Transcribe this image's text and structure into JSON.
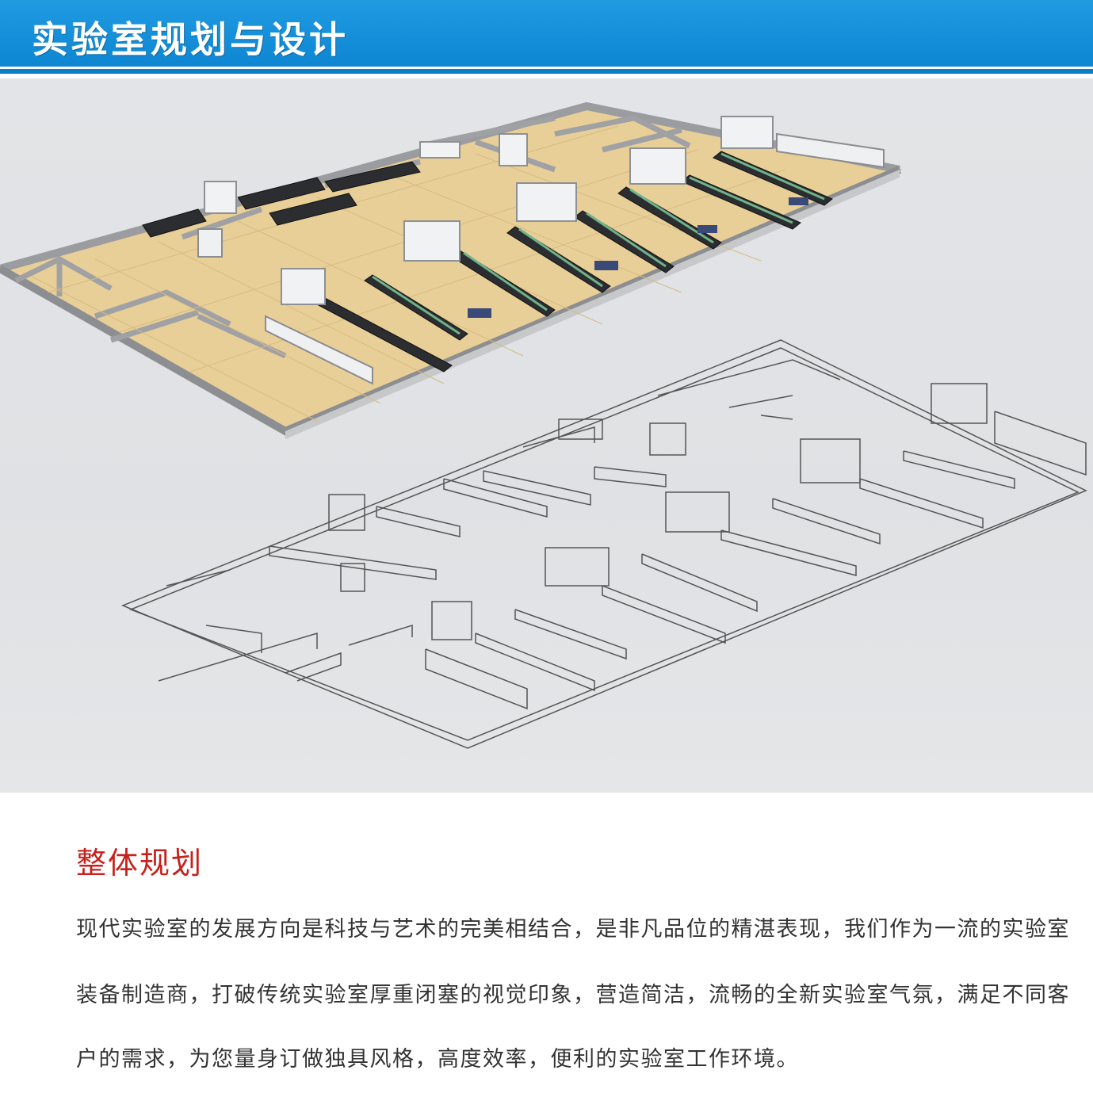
{
  "header": {
    "title": "实验室规划与设计",
    "color": "#1890dc"
  },
  "illustration": {
    "rendered_plan": "rendered-3d-lab-floor-plan",
    "wireframe_plan": "wireframe-3d-lab-floor-plan"
  },
  "section": {
    "title": "整体规划",
    "title_color": "#c8211c",
    "paragraph_lines": [
      "现代实验室的发展方向是科技与艺术的完美相结合，是非凡品位的精湛表现，我们作为一流的实验室",
      "装备制造商，打破传统实验室厚重闭塞的视觉印象，营造简洁，流畅的全新实验室气氛，满足不同客",
      "户的需求，为您量身订做独具风格，高度效率，便利的实验室工作环境。"
    ]
  }
}
